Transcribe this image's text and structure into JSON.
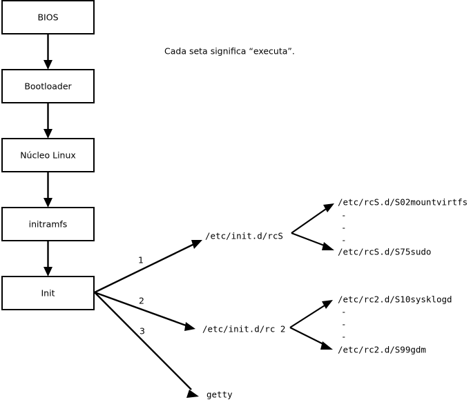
{
  "diagram": {
    "note": "Cada seta significa “executa”.",
    "boot_chain": [
      {
        "label": "BIOS"
      },
      {
        "label": "Bootloader"
      },
      {
        "label": "Núcleo Linux"
      },
      {
        "label": "initramfs"
      },
      {
        "label": "Init"
      }
    ],
    "branches": [
      {
        "number": "1",
        "target": "/etc/init.d/rcS"
      },
      {
        "number": "2",
        "target": "/etc/init.d/rc 2"
      },
      {
        "number": "3",
        "target": "getty"
      }
    ],
    "scripts_rcs": {
      "first": "/etc/rcS.d/S02mountvirtfs",
      "ellipsis": [
        "-",
        "-",
        "-"
      ],
      "last": "/etc/rcS.d/S75sudo"
    },
    "scripts_rc2": {
      "first": "/etc/rc2.d/S10sysklogd",
      "ellipsis": [
        "-",
        "-",
        "-"
      ],
      "last": "/etc/rc2.d/S99gdm"
    },
    "colors": {
      "stroke": "#000000",
      "fill": "#ffffff",
      "text": "#000000"
    }
  }
}
